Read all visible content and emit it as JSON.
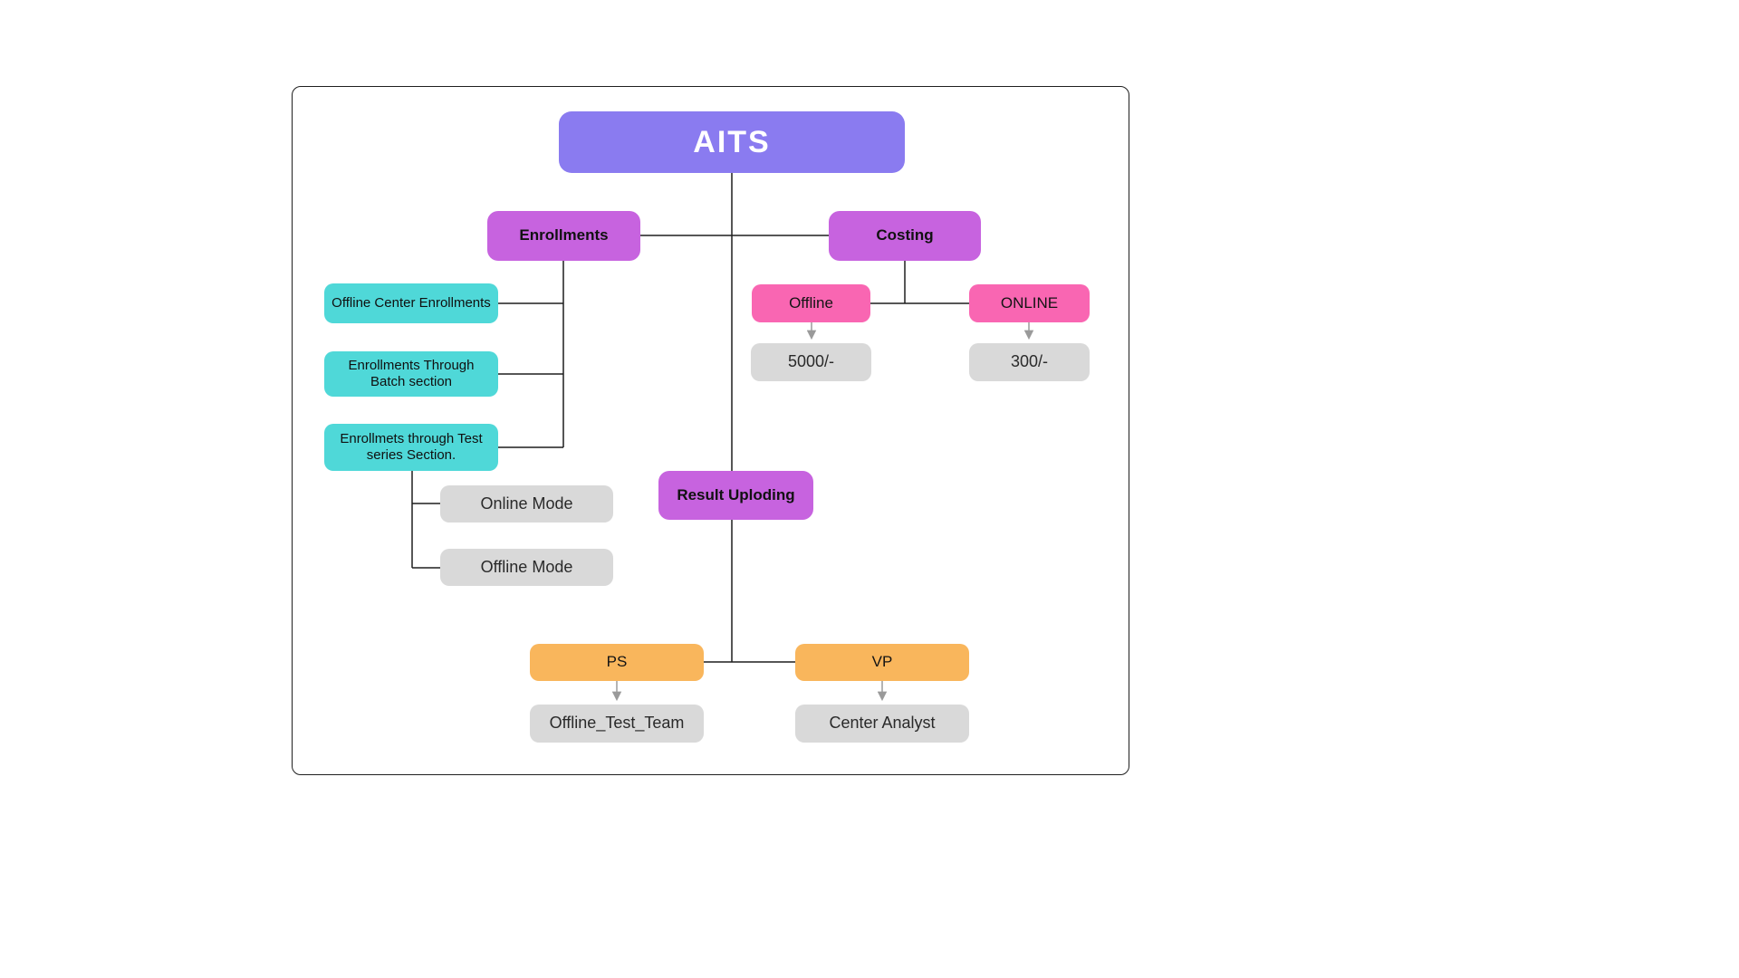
{
  "root_label": "AITS",
  "enrollments": {
    "label": "Enrollments",
    "children": [
      "Offline Center Enrollments",
      "Enrollments Through\nBatch section",
      "Enrollmets through Test\nseries Section."
    ],
    "modes": [
      "Online Mode",
      "Offline Mode"
    ]
  },
  "costing": {
    "label": "Costing",
    "offline_label": "Offline",
    "offline_price": "5000/-",
    "online_label": "ONLINE",
    "online_price": "300/-"
  },
  "result": {
    "label": "Result Uploding",
    "ps_label": "PS",
    "ps_child": "Offline_Test_Team",
    "vp_label": "VP",
    "vp_child": "Center Analyst"
  },
  "colors": {
    "root": "#8a7bf0",
    "branch": "#c763df",
    "teal": "#4fd8d8",
    "pink": "#f966b2",
    "gray": "#d9d9d9",
    "orange": "#f9b65c",
    "line": "#1f1f1f",
    "arrow": "#9a9a9a"
  }
}
